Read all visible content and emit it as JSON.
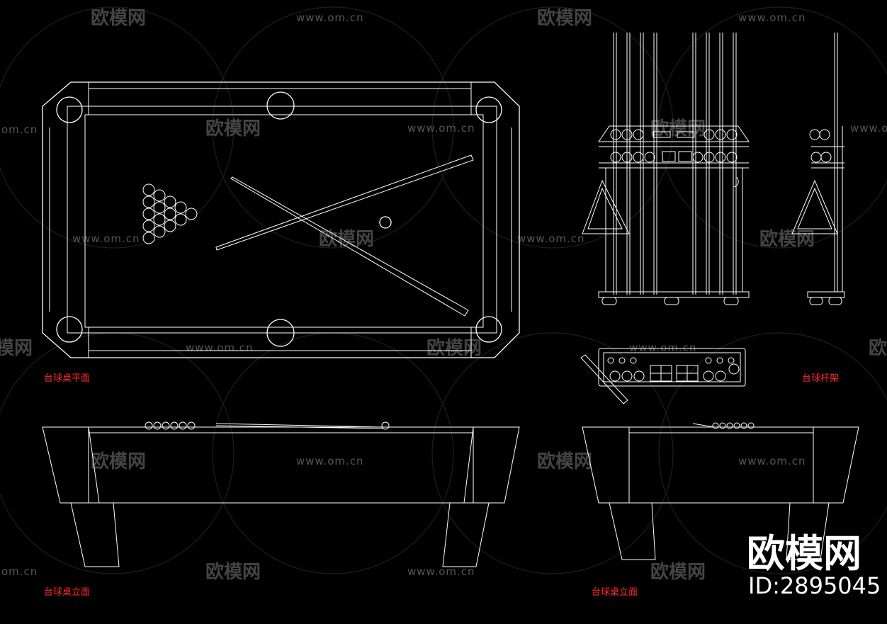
{
  "labels": {
    "table_plan": "台球桌平面",
    "cue_rack": "台球杆架",
    "table_elevation_left": "台球桌立面",
    "table_elevation_right": "台球桌立面"
  },
  "brand": {
    "name": "欧模网",
    "id": "ID:2895045"
  },
  "watermark": {
    "logo_text": "欧模网",
    "url_text": "www.om.cn",
    "url_fragment": "om.cn",
    "logo_fragment": "模网"
  },
  "colors": {
    "background": "#000000",
    "lines": "#ffffff",
    "labels": "#ff2a2a",
    "watermark": "#444444"
  }
}
